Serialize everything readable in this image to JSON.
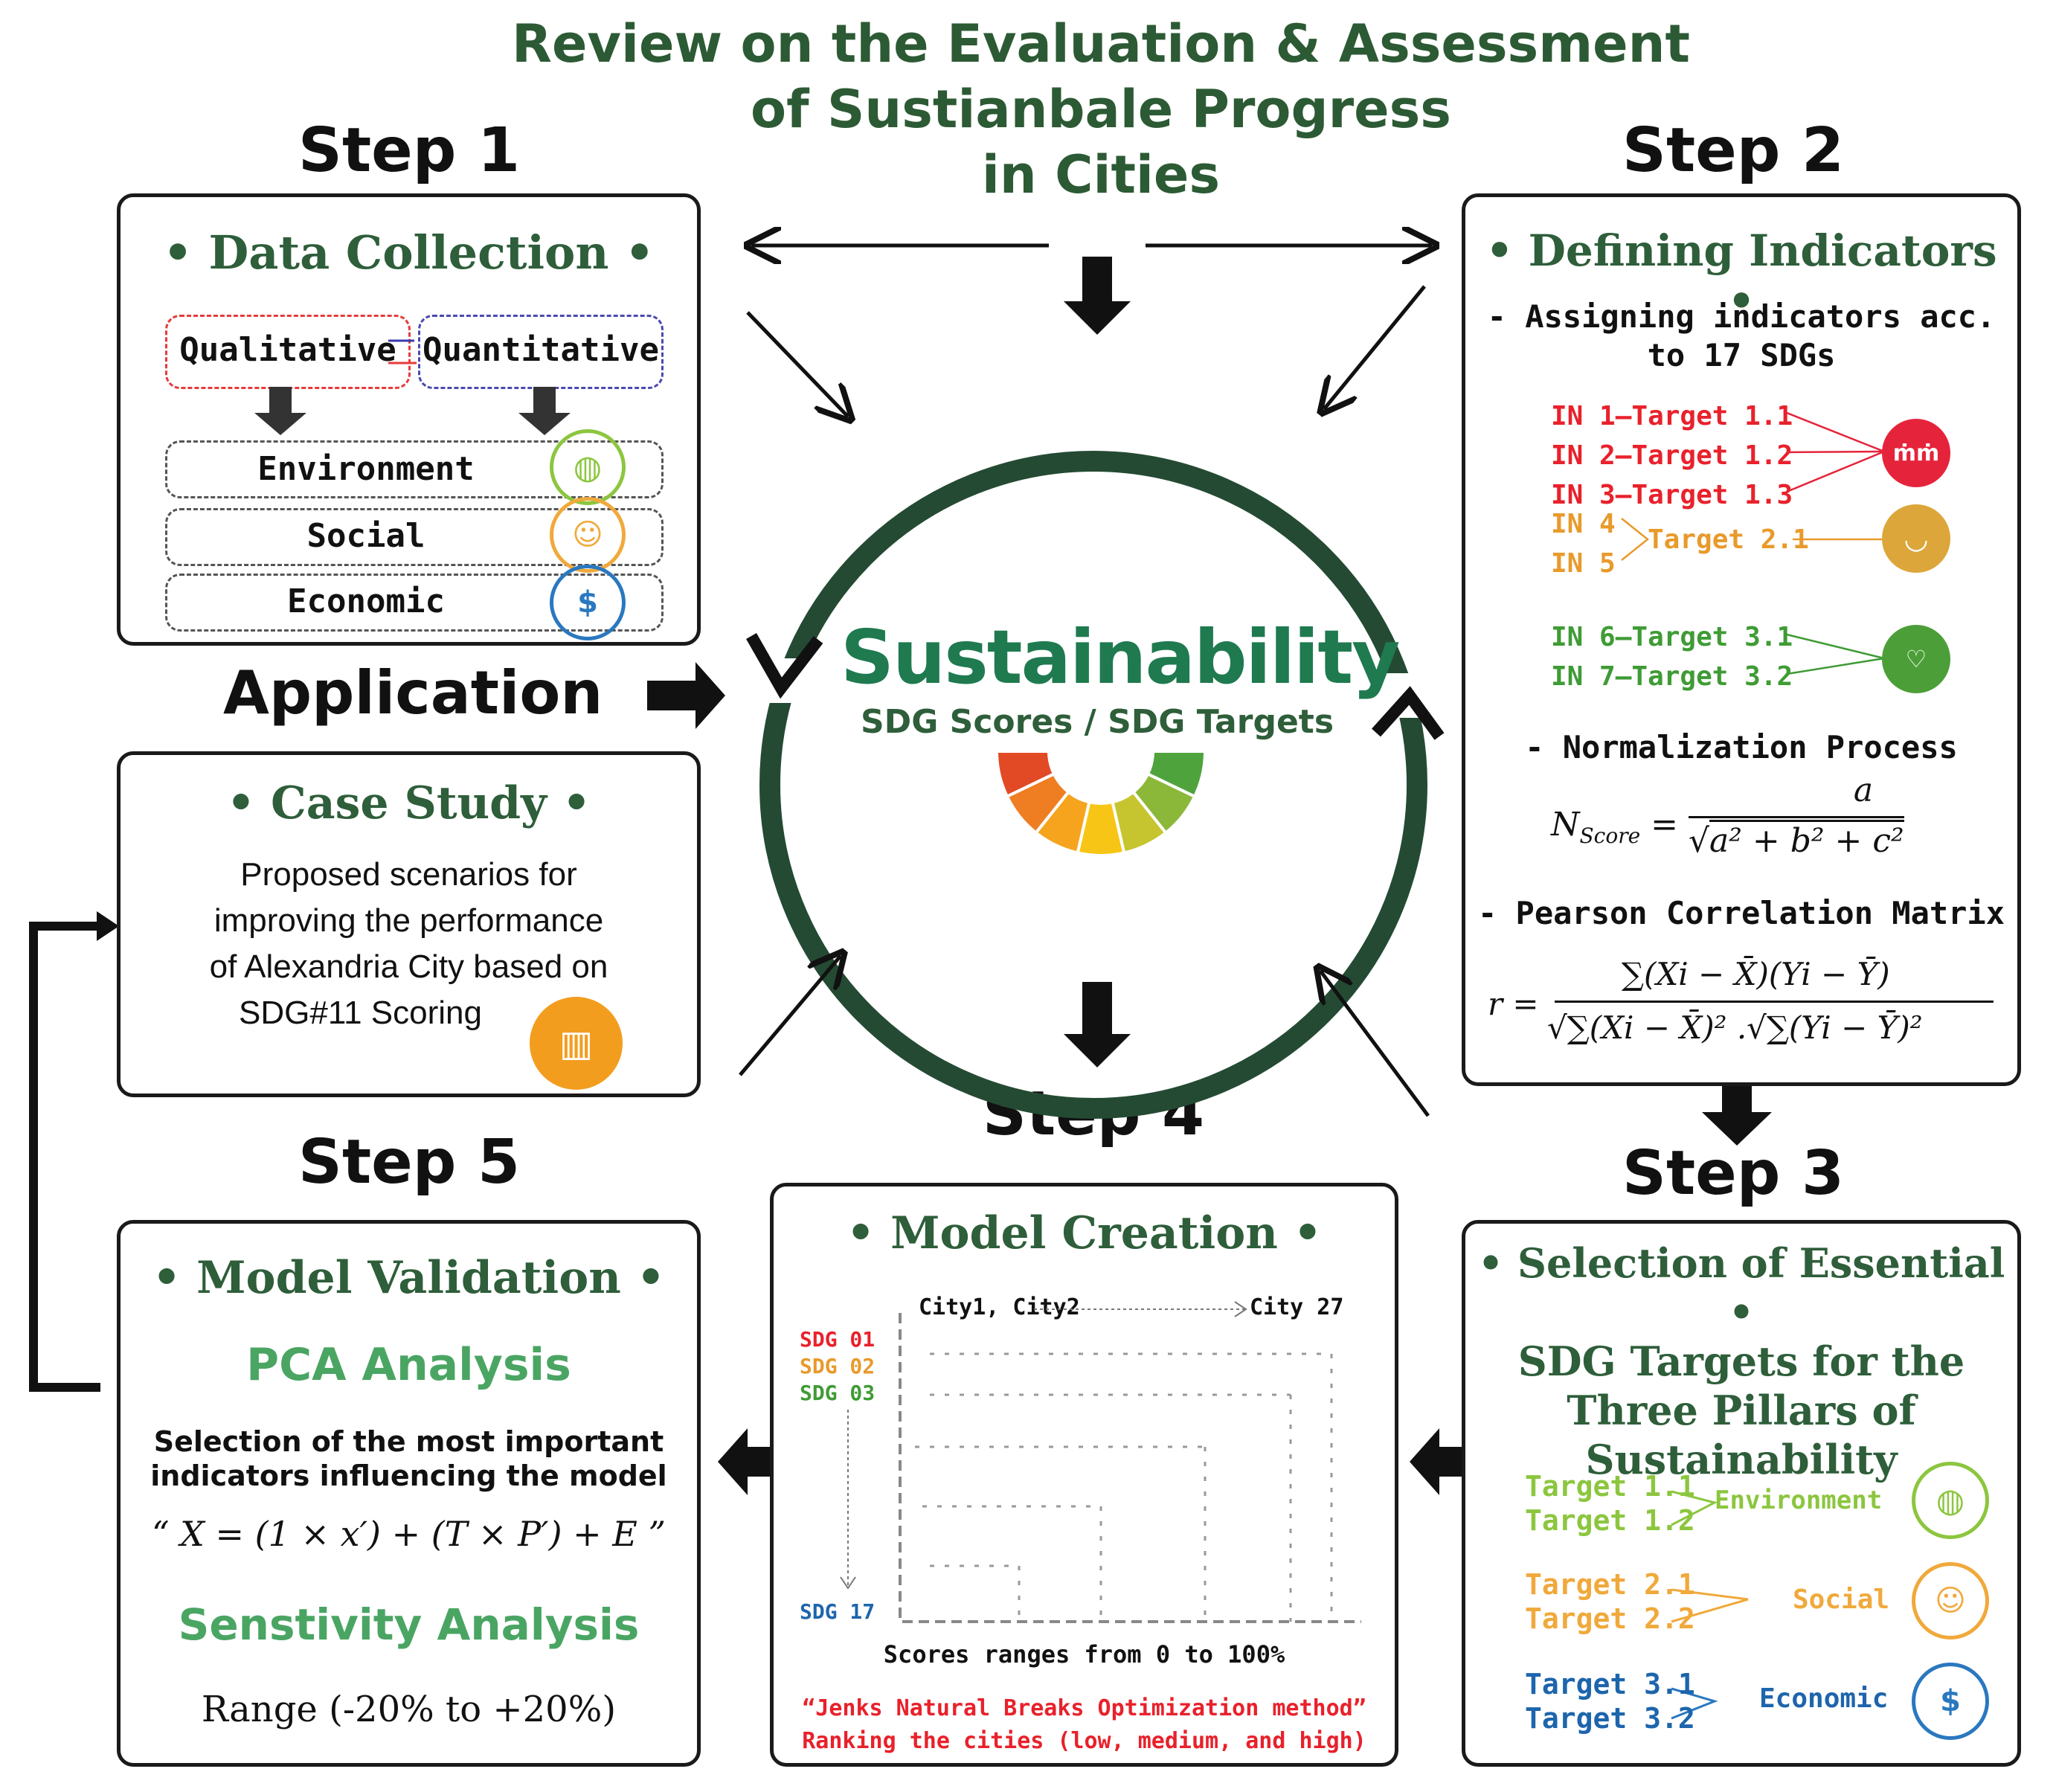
{
  "title": [
    "Review on the Evaluation & Assessment",
    "of Sustianbale Progress",
    "in Cities"
  ],
  "steps": {
    "s1": "Step 1",
    "s2": "Step 2",
    "s3": "Step 3",
    "s4": "Step 4",
    "s5": "Step 5"
  },
  "application": "Application",
  "center": {
    "logo": "Sustainability",
    "subtitle": "SDG Scores / SDG Targets",
    "gauge_colors": [
      "#e24a25",
      "#ef7d22",
      "#f6a41e",
      "#f7c515",
      "#c6c530",
      "#8cb83a",
      "#4fa33c"
    ]
  },
  "box1": {
    "heading": "• Data Collection •",
    "qualitative": "Qualitative",
    "quantitative": "Quantitative",
    "rows": [
      "Environment",
      "Social",
      "Economic"
    ]
  },
  "box2": {
    "heading": "• Defining Indicators •",
    "assign": [
      "- Assigning indicators acc.",
      "to 17 SDGs"
    ],
    "g1": [
      {
        "in": "IN 1",
        "t": "Target 1.1"
      },
      {
        "in": "IN 2",
        "t": "Target 1.2"
      },
      {
        "in": "IN 3",
        "t": "Target 1.3"
      }
    ],
    "g2_in": [
      "IN 4",
      "IN 5"
    ],
    "g2_t": "Target 2.1",
    "g3": [
      {
        "in": "IN 6",
        "t": "Target 3.1"
      },
      {
        "in": "IN 7",
        "t": "Target 3.2"
      }
    ],
    "norm_title": "- Normalization Process",
    "pearson_title": "- Pearson Correlation Matrix",
    "icon_colors": {
      "sdg1": "#e5243b",
      "sdg2": "#dda63a",
      "sdg3": "#4c9f38"
    }
  },
  "box3": {
    "heading": [
      "• Selection of Essential •",
      "SDG Targets for the",
      "Three Pillars of",
      "Sustainability"
    ],
    "env": [
      "Target 1.1",
      "Target 1.2"
    ],
    "env_label": "Environment",
    "soc": [
      "Target 2.1",
      "Target 2.2"
    ],
    "soc_label": "Social",
    "eco": [
      "Target 3.1",
      "Target 3.2"
    ],
    "eco_label": "Economic"
  },
  "box4": {
    "heading": "• Model Creation •",
    "cities": "City1, City2",
    "city_end": "City 27",
    "sdgs": [
      "SDG 01",
      "SDG 02",
      "SDG 03"
    ],
    "sdg_end": "SDG 17",
    "scores": "Scores ranges from 0 to 100%",
    "jenks": [
      "“Jenks Natural Breaks Optimization method”",
      "Ranking the cities (low, medium, and high)"
    ]
  },
  "box5": {
    "heading": "• Model Validation •",
    "pca": "PCA Analysis",
    "selection": [
      "Selection of the most important",
      "indicators influencing the model"
    ],
    "formula": "“ X = (1 × x′) + (T × P′) + E ”",
    "sens": "Senstivity Analysis",
    "range": "Range (-20% to +20%)"
  },
  "case": {
    "heading": "• Case Study •",
    "text": [
      "Proposed scenarios for",
      "improving the performance",
      "of Alexandria City based on",
      "SDG#11 Scoring"
    ]
  }
}
